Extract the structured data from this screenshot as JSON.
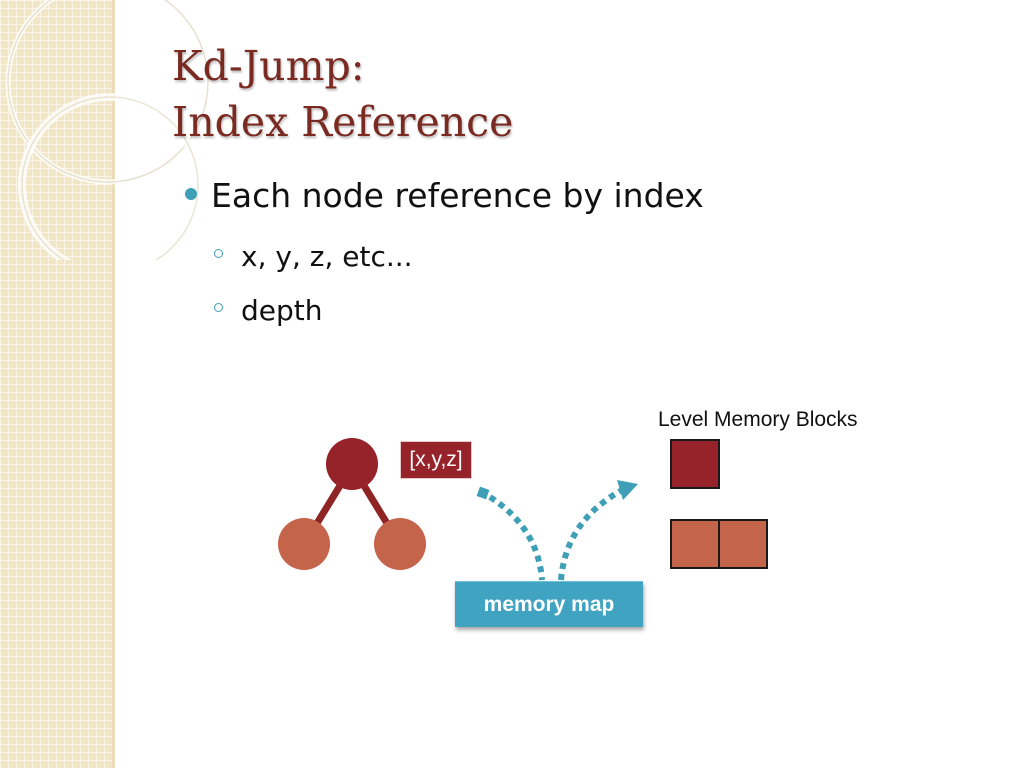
{
  "slide": {
    "title_line1": "Kd-Jump:",
    "title_line2": "Index Reference",
    "bullet": "Each node reference by index",
    "sub_bullets": [
      "x, y, z, etc...",
      "depth"
    ]
  },
  "diagram": {
    "index_label": "[x,y,z]",
    "memory_map_label": "memory map",
    "blocks_label": "Level Memory Blocks"
  },
  "colors": {
    "title": "#7a2a20",
    "accent": "#3f9fb6",
    "root_node": "#96222a",
    "child_node": "#c4644a",
    "memory_map": "#40a3c2",
    "sidebar": "#f1e6c6"
  }
}
